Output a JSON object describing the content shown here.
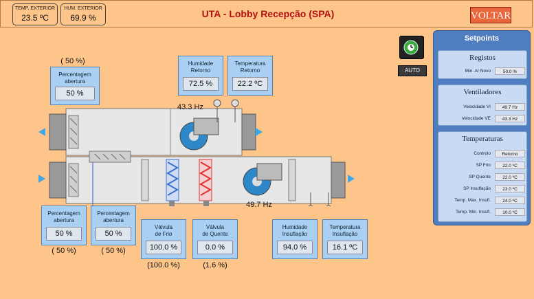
{
  "header": {
    "temp_ext_label": "TEMP. EXTERIOR",
    "temp_ext_value": "23.5 ºC",
    "hum_ext_label": "HUM. EXTERIOR",
    "hum_ext_value": "69.9 %",
    "title": "UTA - Lobby Recepção (SPA)",
    "back_button": "VOLTAR"
  },
  "mode": {
    "auto_label": "AUTO"
  },
  "cards": {
    "top_damper": {
      "label1": "Percentagem",
      "label2": "abertura",
      "value": "50 %",
      "paren": "( 50 %)"
    },
    "hum_retorno": {
      "label1": "Humidade",
      "label2": "Retorno",
      "value": "72.5 %"
    },
    "temp_retorno": {
      "label1": "Temperatura",
      "label2": "Retorno",
      "value": "22.2 ºC"
    },
    "damper_a": {
      "label1": "Percentagem",
      "label2": "abertura",
      "value": "50 %",
      "paren": "( 50 %)"
    },
    "damper_b": {
      "label1": "Percentagem",
      "label2": "abertura",
      "value": "50 %",
      "paren": "( 50 %)"
    },
    "valv_frio": {
      "label1": "Válvula",
      "label2": "de Frio",
      "value": "100.0 %",
      "paren": "(100.0 %)"
    },
    "valv_quente": {
      "label1": "Válvula",
      "label2": "de Quente",
      "value": "0.0 %",
      "paren": "(1.6 %)"
    },
    "hum_insufl": {
      "label1": "Humidade",
      "label2": "Insuflação",
      "value": "94.0 %"
    },
    "temp_insufl": {
      "label1": "Temperatura",
      "label2": "Insuflação",
      "value": "16.1 ºC"
    }
  },
  "fans": {
    "return_hz": "43.3 Hz",
    "supply_hz": "49.7 Hz"
  },
  "setpoints": {
    "title": "Setpoints",
    "registos": {
      "title": "Registos",
      "rows": [
        {
          "label": "Min. Ar Novo",
          "value": "50.0 %"
        }
      ]
    },
    "ventiladores": {
      "title": "Ventiladores",
      "rows": [
        {
          "label": "Velocidade VI",
          "value": "49.7 Hz"
        },
        {
          "label": "Velocidade VE",
          "value": "43.3 Hz"
        }
      ]
    },
    "temperaturas": {
      "title": "Temperaturas",
      "rows": [
        {
          "label": "Controlo",
          "value": "Retorno"
        },
        {
          "label": "SP Frio",
          "value": "22.0 ºC"
        },
        {
          "label": "SP Quente",
          "value": "22.0 ºC"
        },
        {
          "label": "SP Insuflação",
          "value": "23.0 ºC"
        },
        {
          "label": "Temp. Max. Insufl.",
          "value": "24.0 ºC"
        },
        {
          "label": "Temp. Min. Insufl.",
          "value": "10.0 ºC"
        }
      ]
    }
  },
  "colors": {
    "background": "#fdc58a",
    "card": "#a9d0f2",
    "panel": "#4f7ec0",
    "title_red": "#b01010",
    "coil_cold": "#3a6fd0",
    "coil_hot": "#e03030"
  }
}
